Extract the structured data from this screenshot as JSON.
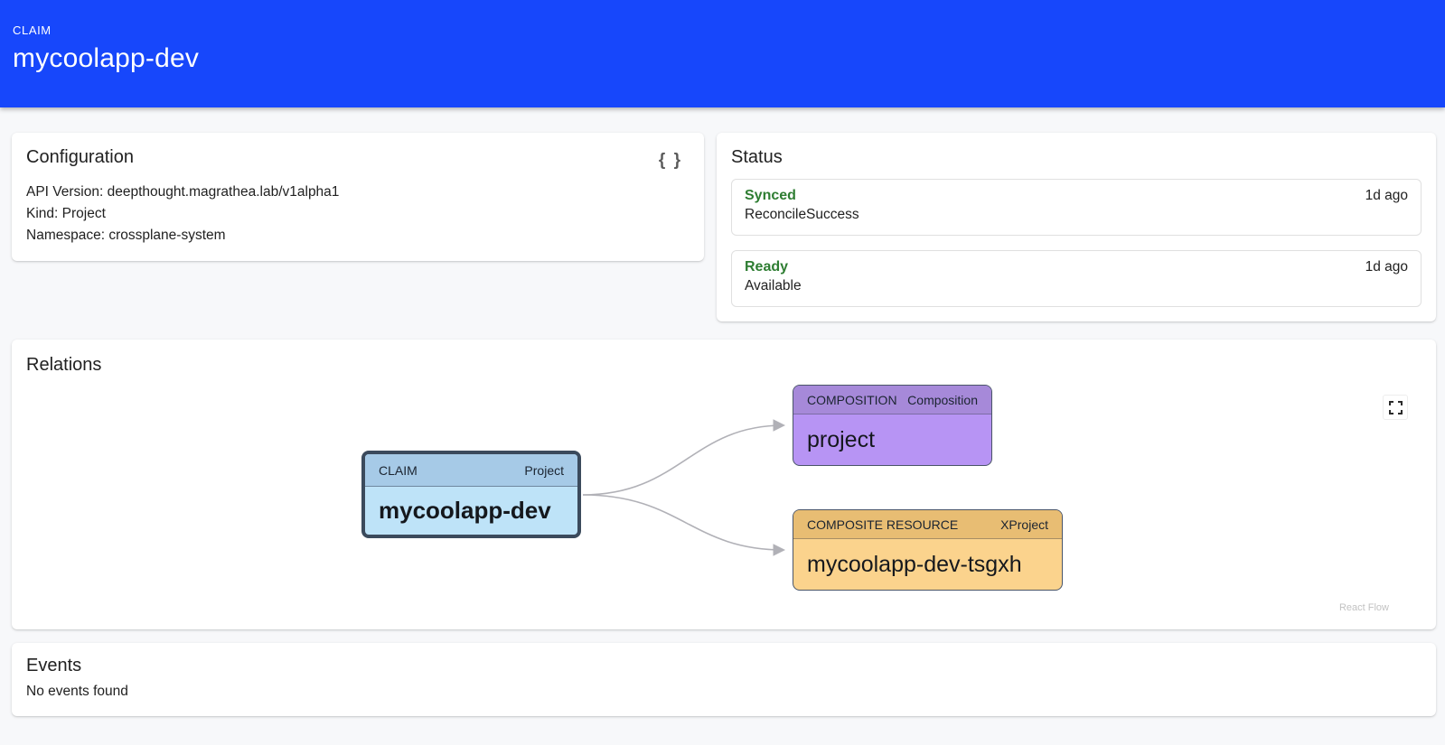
{
  "colors": {
    "header-bg": "#1747fb",
    "page-bg": "#f7f8fa",
    "success-green": "#2e7d32",
    "claim-header": "#a6cae7",
    "claim-body": "#bee3f8",
    "claim-border": "#3b4a5c",
    "composition-header": "#a689d9",
    "composition-body": "#b794f4",
    "composite-header": "#e8bd73",
    "composite-body": "#fbd38d",
    "node-border": "#4a5568",
    "edge-gray": "#b1b1b7"
  },
  "header": {
    "kicker": "CLAIM",
    "title": "mycoolapp-dev"
  },
  "configuration": {
    "title": "Configuration",
    "lines": [
      "API Version: deepthought.magrathea.lab/v1alpha1",
      "Kind: Project",
      "Namespace: crossplane-system"
    ]
  },
  "status": {
    "title": "Status",
    "conditions": [
      {
        "type": "Synced",
        "reason": "ReconcileSuccess",
        "age": "1d ago"
      },
      {
        "type": "Ready",
        "reason": "Available",
        "age": "1d ago"
      }
    ]
  },
  "relations": {
    "title": "Relations",
    "attribution": "React Flow",
    "nodes": {
      "claim": {
        "kind": "CLAIM",
        "type": "Project",
        "name": "mycoolapp-dev"
      },
      "composition": {
        "kind": "COMPOSITION",
        "type": "Composition",
        "name": "project"
      },
      "composite": {
        "kind": "COMPOSITE RESOURCE",
        "type": "XProject",
        "name": "mycoolapp-dev-tsgxh"
      }
    }
  },
  "events": {
    "title": "Events",
    "empty_message": "No events found"
  },
  "icons": {
    "braces": "{ }"
  }
}
